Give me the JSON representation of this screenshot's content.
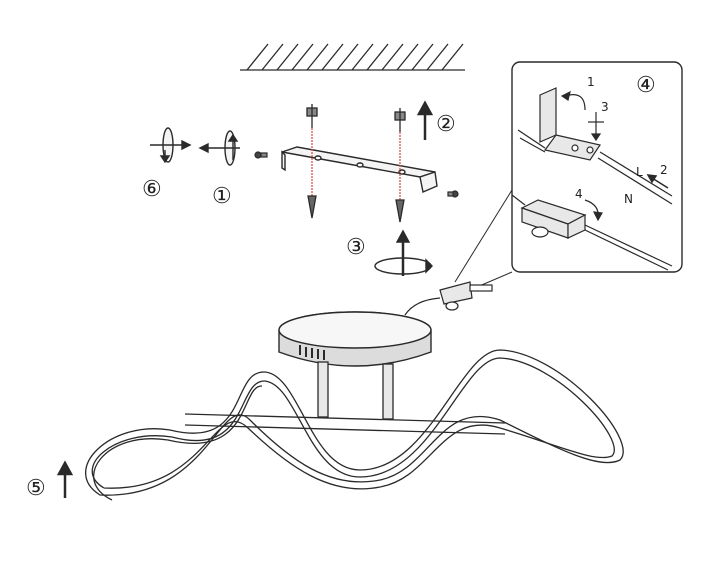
{
  "steps": {
    "s1": "①",
    "s2": "②",
    "s3": "③",
    "s4": "④",
    "s5": "⑤",
    "s6": "⑥"
  },
  "inset": {
    "n1": "1",
    "n2": "2",
    "n3": "3",
    "n4": "4",
    "live": "L",
    "neutral": "N"
  },
  "colors": {
    "line": "#2a2a2a",
    "drill_guide": "#d9534f",
    "fill_light": "#f4f4f4",
    "fill_mid": "#dcdcdc"
  }
}
